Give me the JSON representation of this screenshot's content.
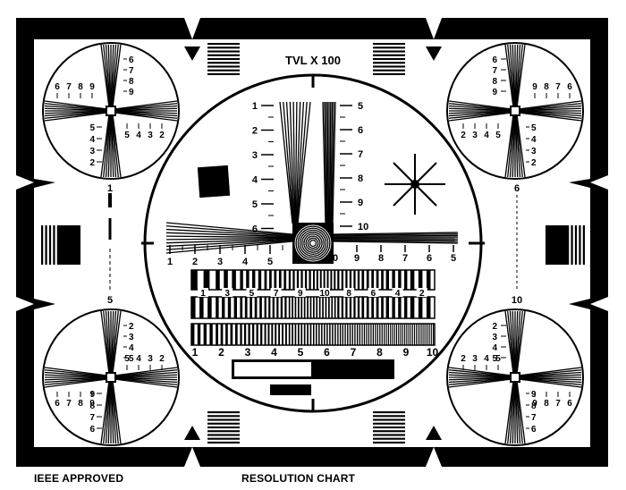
{
  "title": "TVL X 100",
  "footer": {
    "left": "IEEE APPROVED",
    "right": "RESOLUTION CHART"
  },
  "colors": {
    "ink": "#000000",
    "paper": "#ffffff"
  },
  "vertical_scale_left": [
    "1",
    "2",
    "3",
    "4",
    "5",
    "6"
  ],
  "vertical_scale_right": [
    "5",
    "6",
    "7",
    "8",
    "9",
    "10"
  ],
  "horizontal_scale_left": [
    "1",
    "2",
    "3",
    "4",
    "5"
  ],
  "horizontal_scale_right": [
    "10",
    "9",
    "8",
    "7",
    "6",
    "5"
  ],
  "bar_row_1_labels": [
    "1",
    "3",
    "5",
    "7",
    "9",
    "10",
    "8",
    "6",
    "4",
    "2"
  ],
  "bar_row_3_labels": [
    "1",
    "2",
    "3",
    "4",
    "5",
    "6",
    "7",
    "8",
    "9",
    "10"
  ],
  "side_labels": {
    "left_top": "1",
    "left_bottom": "5",
    "right_top": "6",
    "right_bottom": "10"
  },
  "corners": {
    "top_left": {
      "vertical": [
        "6",
        "7",
        "8",
        "9"
      ],
      "left_row": [
        "6",
        "7",
        "8",
        "9"
      ],
      "vertical_lower": [
        "5",
        "4",
        "3",
        "2"
      ],
      "right_row": [
        "5",
        "4",
        "3",
        "2"
      ]
    },
    "top_right": {
      "vertical": [
        "6",
        "7",
        "8",
        "9"
      ],
      "right_row": [
        "9",
        "8",
        "7",
        "6"
      ],
      "vertical_lower": [
        "5",
        "4",
        "3",
        "2"
      ],
      "left_row": [
        "2",
        "3",
        "4",
        "5"
      ]
    },
    "bottom_left": {
      "vertical": [
        "2",
        "3",
        "4",
        "5"
      ],
      "right_row": [
        "5",
        "4",
        "3",
        "2"
      ],
      "vertical_lower": [
        "9",
        "8",
        "7",
        "6"
      ],
      "left_row": [
        "6",
        "7",
        "8",
        "9"
      ]
    },
    "bottom_right": {
      "vertical": [
        "2",
        "3",
        "4",
        "5"
      ],
      "left_row": [
        "2",
        "3",
        "4",
        "5"
      ],
      "vertical_lower": [
        "9",
        "8",
        "7",
        "6"
      ],
      "right_row": [
        "9",
        "8",
        "7",
        "6"
      ]
    }
  }
}
